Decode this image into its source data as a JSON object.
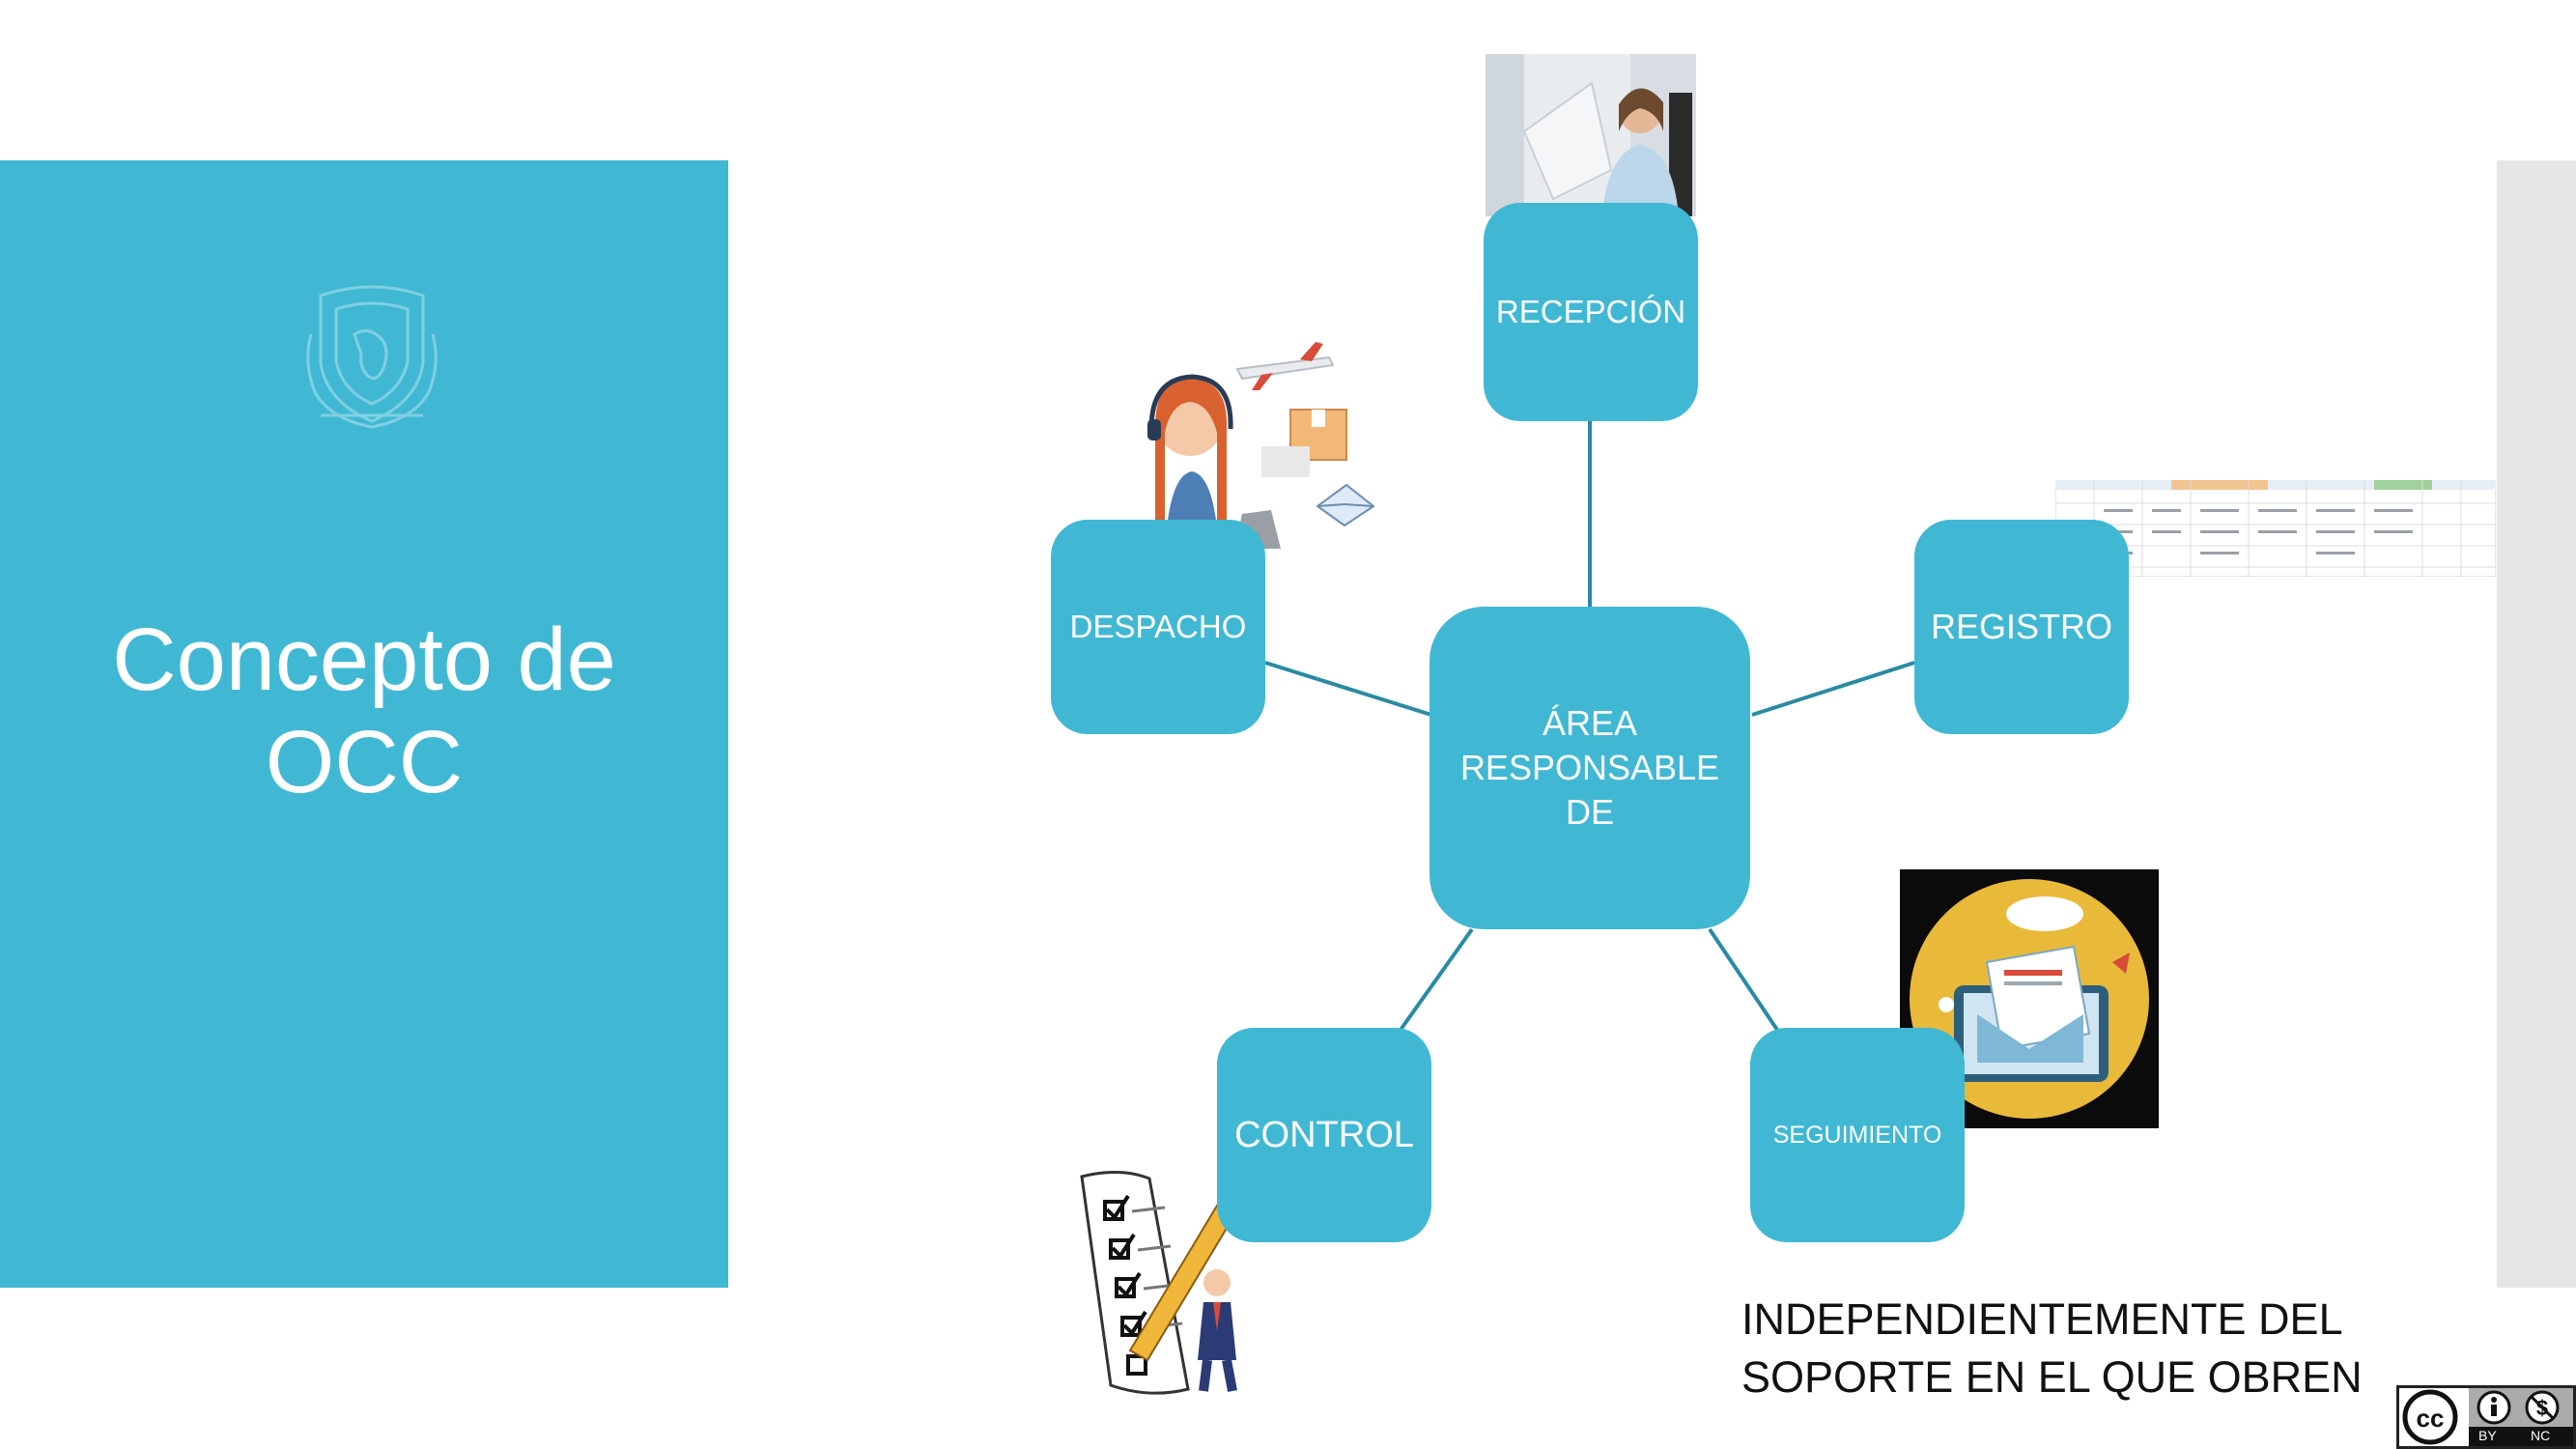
{
  "slide": {
    "title_lines": [
      "Concepto de",
      "OCC"
    ]
  },
  "diagram": {
    "center": {
      "lines": [
        "ÁREA",
        "RESPONSABLE",
        "DE"
      ]
    },
    "nodes": {
      "recepcion": "RECEPCIÓN",
      "registro": "REGISTRO",
      "despacho": "DESPACHO",
      "control": "CONTROL",
      "seguimiento": "SEGUIMIENTO"
    },
    "node_color": "#41b8d3",
    "connector_color": "#2a8aa3"
  },
  "note": {
    "lines": [
      "INDEPENDIENTEMENTE DEL",
      "SOPORTE EN EL QUE OBREN"
    ]
  },
  "license": {
    "icon": "creative-commons-by-nc-icon",
    "labels": [
      "BY",
      "NC"
    ]
  },
  "colors": {
    "panel": "#41b8d3",
    "strip": "#e6e6e6"
  }
}
